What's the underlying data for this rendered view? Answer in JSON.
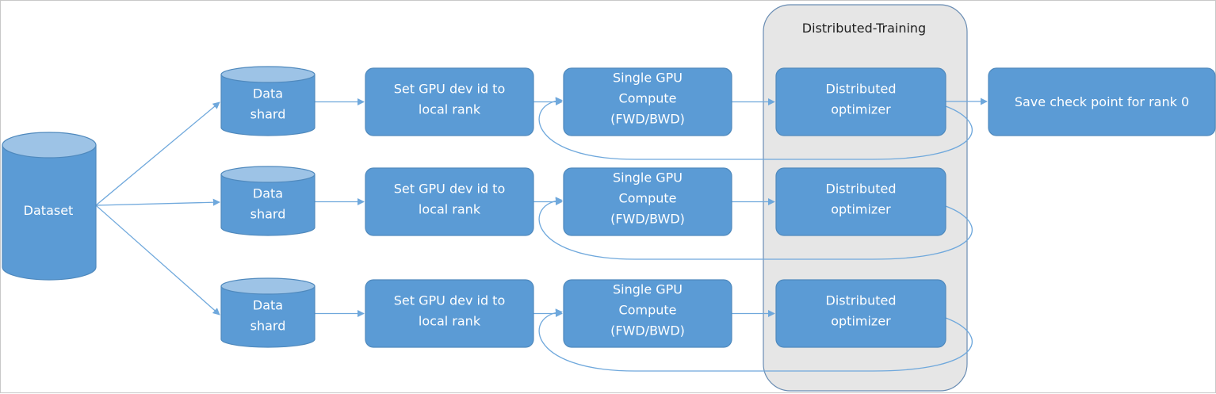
{
  "colors": {
    "node_fill": "#5b9bd5",
    "node_stroke": "#4f89bd",
    "cylinder_top": "#9dc3e6",
    "edge": "#6fa8dc",
    "group_fill": "#e6e6e6",
    "group_stroke": "#6a8db3"
  },
  "group": {
    "title": "Distributed-Training"
  },
  "dataset": {
    "label": "Dataset"
  },
  "rows": [
    {
      "shard": [
        "Data",
        "shard"
      ],
      "setgpu": [
        "Set GPU  dev id to",
        "local rank"
      ],
      "compute": [
        "Single GPU",
        "Compute",
        "(FWD/BWD)"
      ],
      "optimizer": [
        "Distributed",
        "optimizer"
      ]
    },
    {
      "shard": [
        "Data",
        "shard"
      ],
      "setgpu": [
        "Set GPU  dev id to",
        "local rank"
      ],
      "compute": [
        "Single GPU",
        "Compute",
        "(FWD/BWD)"
      ],
      "optimizer": [
        "Distributed",
        "optimizer"
      ]
    },
    {
      "shard": [
        "Data",
        "shard"
      ],
      "setgpu": [
        "Set GPU  dev id to",
        "local rank"
      ],
      "compute": [
        "Single GPU",
        "Compute",
        "(FWD/BWD)"
      ],
      "optimizer": [
        "Distributed",
        "optimizer"
      ]
    }
  ],
  "checkpoint": {
    "label": "Save check point for rank 0"
  }
}
